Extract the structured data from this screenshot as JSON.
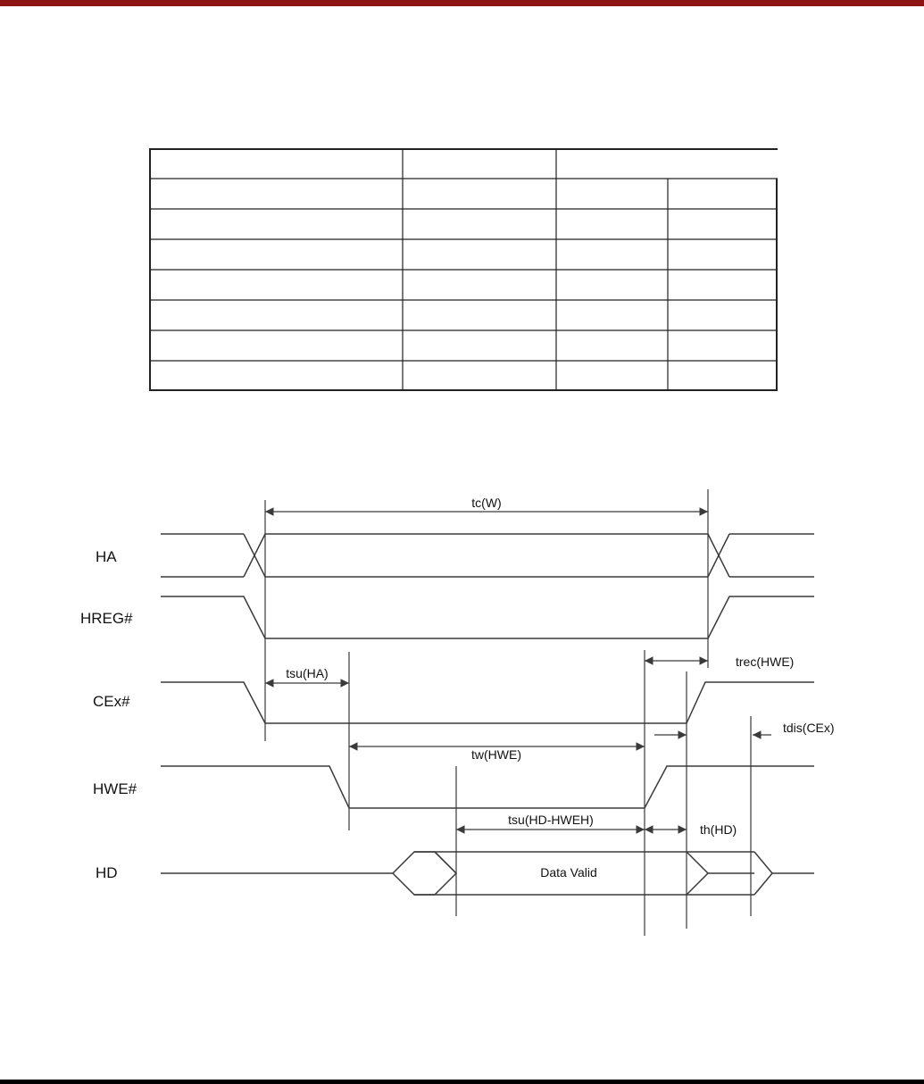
{
  "colors": {
    "top_rule": "#8c1414",
    "bottom_rule": "#000000",
    "line": "#3a3a3a",
    "text": "#111111"
  },
  "table": {
    "header": [
      "",
      "",
      ""
    ],
    "subheader": [
      "",
      "",
      "",
      ""
    ],
    "rows": [
      [
        "",
        "",
        "",
        ""
      ],
      [
        "",
        "",
        "",
        ""
      ],
      [
        "",
        "",
        "",
        ""
      ],
      [
        "",
        "",
        "",
        ""
      ],
      [
        "",
        "",
        "",
        ""
      ],
      [
        "",
        "",
        "",
        ""
      ]
    ]
  },
  "diagram": {
    "signals": [
      "HA",
      "HREG#",
      "CEx#",
      "HWE#",
      "HD"
    ],
    "annotations": {
      "tc_w": "tc(W)",
      "tsu_ha": "tsu(HA)",
      "trec_hwe": "trec(HWE)",
      "tw_hwe": "tw(HWE)",
      "tdis_cex": "tdis(CEx)",
      "tsu_hd_hweh": "tsu(HD-HWEH)",
      "th_hd": "th(HD)",
      "data_valid": "Data Valid"
    }
  }
}
